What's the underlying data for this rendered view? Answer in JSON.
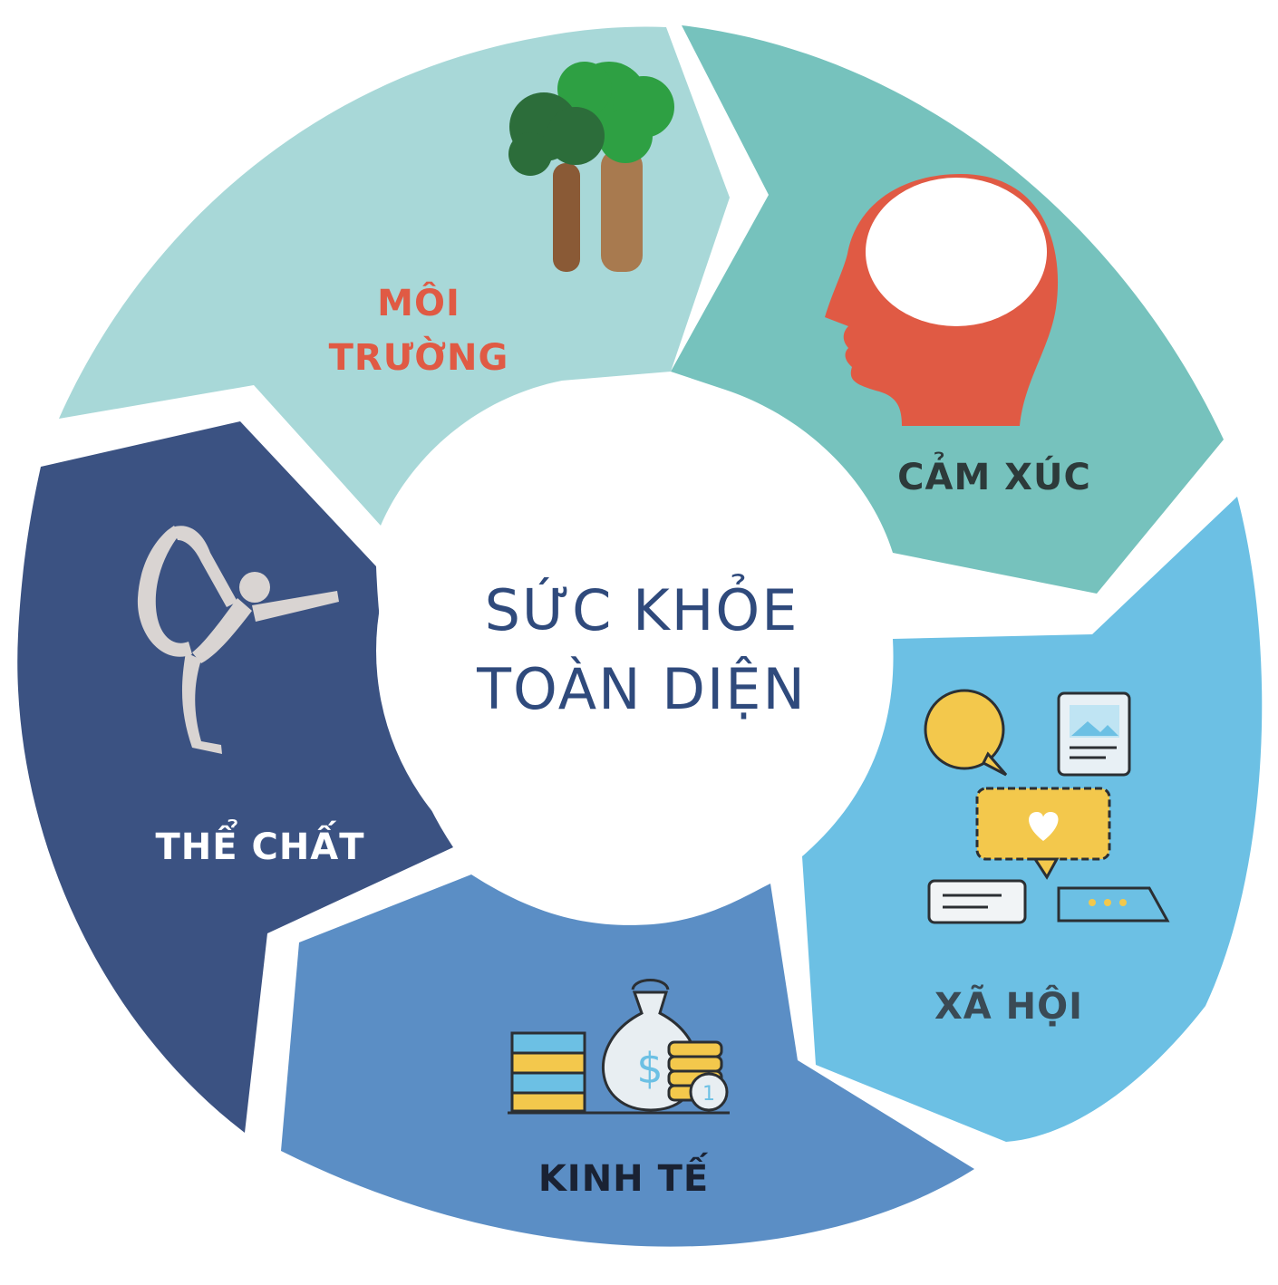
{
  "center": {
    "title_line1": "SỨC KHỎE",
    "title_line2": "TOÀN DIỆN",
    "color": "#2f4a7c"
  },
  "segments": [
    {
      "id": "moi-truong",
      "label_line1": "MÔI",
      "label_line2": "TRƯỜNG",
      "icon": "trees-icon",
      "fill": "#a8d8d8",
      "label_color": "#e05a44"
    },
    {
      "id": "cam-xuc",
      "label_line1": "CẢM XÚC",
      "label_line2": "",
      "icon": "head-icon",
      "fill": "#76c2bd",
      "label_color": "#2d3a3a"
    },
    {
      "id": "xa-hoi",
      "label_line1": "XÃ HỘI",
      "label_line2": "",
      "icon": "chat-bubbles-icon",
      "fill": "#6cc0e4",
      "label_color": "#3a4a55"
    },
    {
      "id": "kinh-te",
      "label_line1": "KINH TẾ",
      "label_line2": "",
      "icon": "money-bag-icon",
      "fill": "#5b8ec5",
      "label_color": "#1a2233"
    },
    {
      "id": "the-chat",
      "label_line1": "THỂ CHẤT",
      "label_line2": "",
      "icon": "yoga-pose-icon",
      "fill": "#3b5282",
      "label_color": "#ffffff"
    }
  ]
}
